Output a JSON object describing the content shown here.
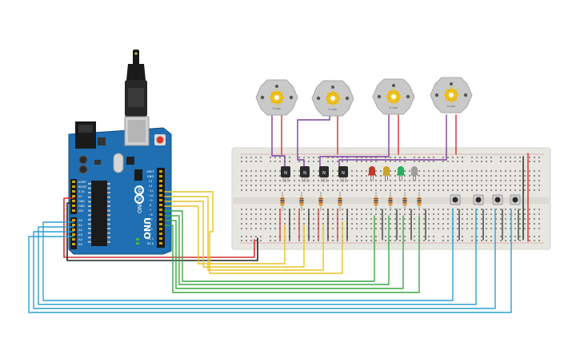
{
  "arduino": {
    "brand": "ARDUINO",
    "model": "UNO",
    "reset_label": "RESET",
    "digital_label": "DIGITAL (PWM ~)",
    "power_label": "POWER",
    "analog_label": "ANALOG IN",
    "power_pins": [
      "IOREF",
      "RESET",
      "3.3V",
      "5V",
      "GND",
      "GND",
      "VIN"
    ],
    "analog_pins": [
      "A0",
      "A1",
      "A2",
      "A3",
      "A4",
      "A5"
    ],
    "top_pins": [
      "AREF",
      "GND",
      "13",
      "12",
      "~11",
      "~10",
      "~9",
      "8",
      "7",
      "~6",
      "~5",
      "4",
      "~3",
      "2",
      "TX 1",
      "RX 0"
    ]
  },
  "motors": [
    {
      "label": "0 rpm"
    },
    {
      "label": "0 rpm"
    },
    {
      "label": "0 rpm"
    },
    {
      "label": "0 rpm"
    }
  ],
  "transistors": [
    {
      "label": "N"
    },
    {
      "label": "N"
    },
    {
      "label": "N"
    },
    {
      "label": "N"
    }
  ],
  "leds": [
    {
      "color": "#c0392b"
    },
    {
      "color": "#c9a227"
    },
    {
      "color": "#27ae60"
    },
    {
      "color": "#9e9e9e"
    }
  ],
  "colors": {
    "board": "#1f6fb2",
    "wire_red": "#d32f2f",
    "wire_black": "#222222",
    "wire_purple": "#7b3fa0",
    "wire_yellow": "#e6c320",
    "wire_green": "#3aa845",
    "wire_blue": "#2a9fd0",
    "breadboard": "#e8e6e0",
    "motor": "#c9c9c9",
    "gear": "#f2c21b"
  }
}
